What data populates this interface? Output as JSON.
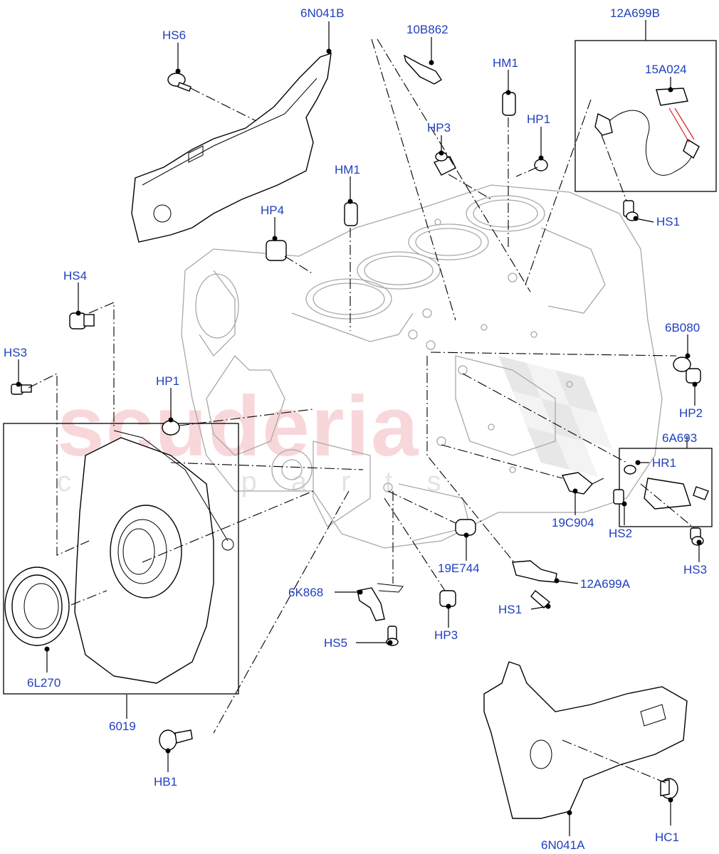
{
  "watermark": {
    "brand": "scuderia",
    "subline": "car parts"
  },
  "callouts": [
    {
      "id": "HS6",
      "label": "HS6"
    },
    {
      "id": "6N041B",
      "label": "6N041B"
    },
    {
      "id": "10B862",
      "label": "10B862"
    },
    {
      "id": "12A699B",
      "label": "12A699B"
    },
    {
      "id": "HM1a",
      "label": "HM1"
    },
    {
      "id": "15A024",
      "label": "15A024"
    },
    {
      "id": "HP3a",
      "label": "HP3"
    },
    {
      "id": "HP1a",
      "label": "HP1"
    },
    {
      "id": "HM1b",
      "label": "HM1"
    },
    {
      "id": "HP4",
      "label": "HP4"
    },
    {
      "id": "HS1a",
      "label": "HS1"
    },
    {
      "id": "HS4",
      "label": "HS4"
    },
    {
      "id": "6B080",
      "label": "6B080"
    },
    {
      "id": "HS3a",
      "label": "HS3"
    },
    {
      "id": "HP1b",
      "label": "HP1"
    },
    {
      "id": "HP2",
      "label": "HP2"
    },
    {
      "id": "6A693",
      "label": "6A693"
    },
    {
      "id": "HR1",
      "label": "HR1"
    },
    {
      "id": "19C904",
      "label": "19C904"
    },
    {
      "id": "HS2",
      "label": "HS2"
    },
    {
      "id": "19E744",
      "label": "19E744"
    },
    {
      "id": "HS3b",
      "label": "HS3"
    },
    {
      "id": "12A699A",
      "label": "12A699A"
    },
    {
      "id": "6K868",
      "label": "6K868"
    },
    {
      "id": "HS1b",
      "label": "HS1"
    },
    {
      "id": "HS5",
      "label": "HS5"
    },
    {
      "id": "HP3b",
      "label": "HP3"
    },
    {
      "id": "6L270",
      "label": "6L270"
    },
    {
      "id": "6019",
      "label": "6019"
    },
    {
      "id": "HB1",
      "label": "HB1"
    },
    {
      "id": "6N041A",
      "label": "6N041A"
    },
    {
      "id": "HC1",
      "label": "HC1"
    }
  ]
}
